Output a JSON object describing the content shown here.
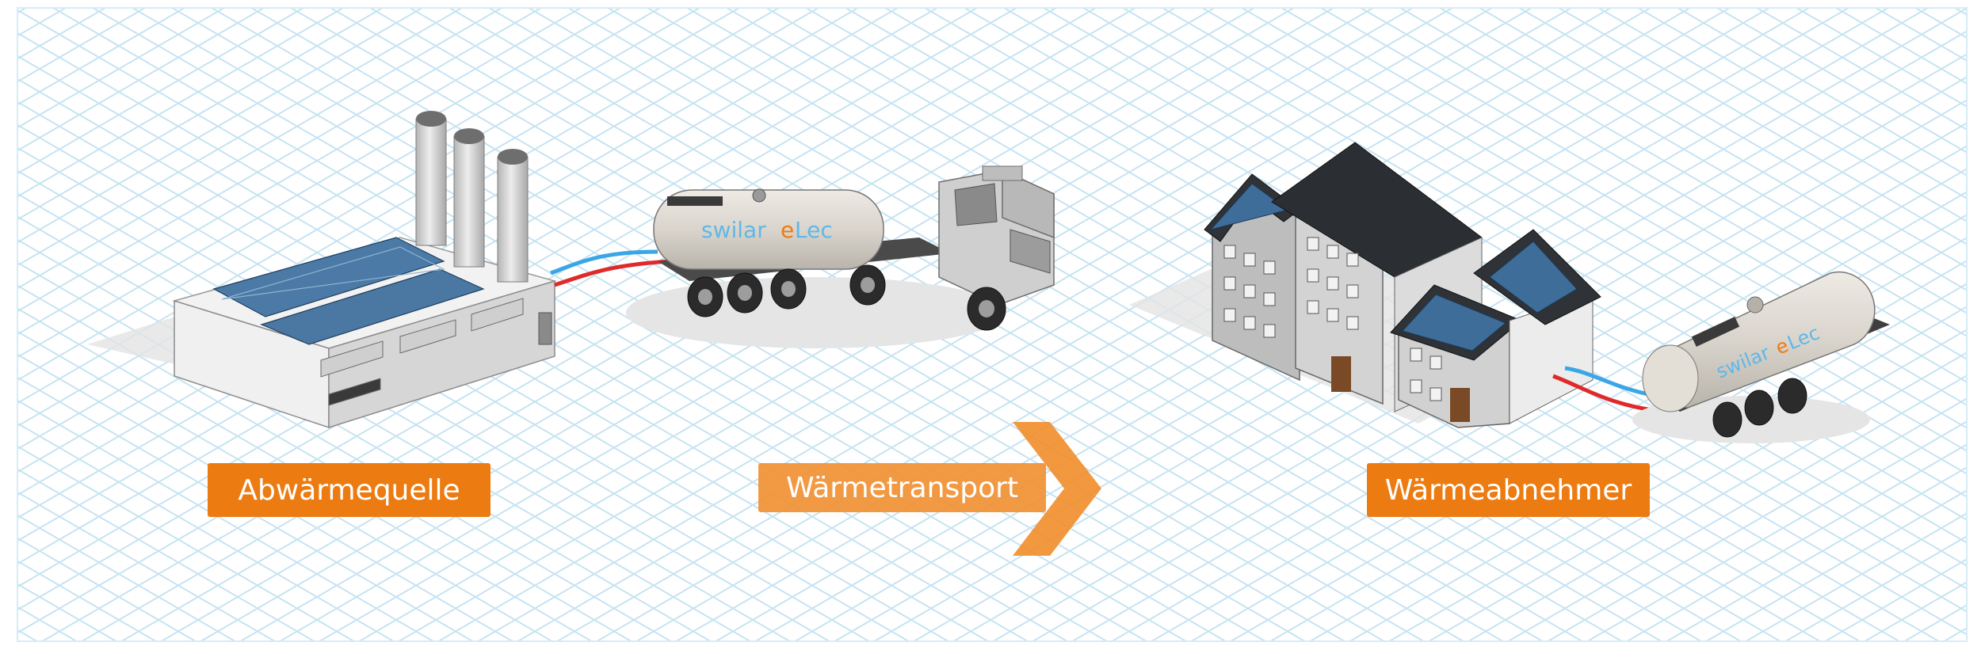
{
  "labels": {
    "source": "Abwärmequelle",
    "transport": "Wärmetransport",
    "consumer": "Wärmeabnehmer"
  },
  "brand": {
    "prefix": "swilar",
    "mark": "e",
    "suffix": "Lec"
  },
  "colors": {
    "accent_orange": "#ec7c12",
    "pipe_hot": "#e02a2a",
    "pipe_cold": "#3aa6e6",
    "grid": "#c6e3f2",
    "panel": "#3d6f9c",
    "roof": "#2b2e33"
  }
}
